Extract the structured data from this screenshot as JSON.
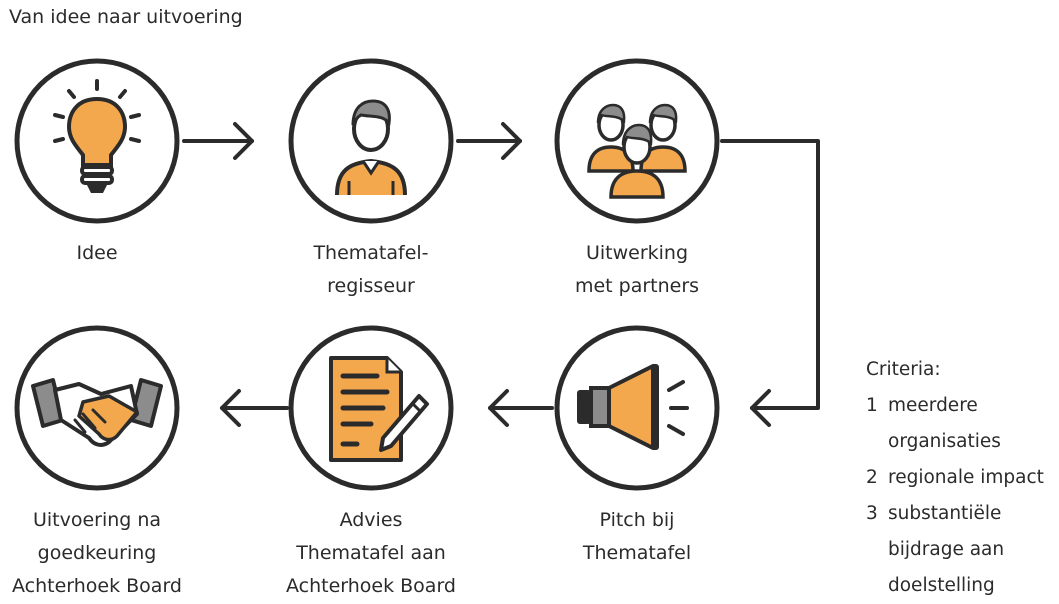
{
  "title": "Van idee naar uitvoering",
  "colors": {
    "accent": "#f4a84e",
    "stroke": "#2b2b2b",
    "grey": "#8c8c8c"
  },
  "steps": [
    {
      "icon": "lightbulb-icon",
      "lines": [
        "Idee"
      ]
    },
    {
      "icon": "person-icon",
      "lines": [
        "Thematafel-",
        "regisseur"
      ]
    },
    {
      "icon": "group-icon",
      "lines": [
        "Uitwerking",
        "met partners"
      ]
    },
    {
      "icon": "megaphone-icon",
      "lines": [
        "Pitch bij",
        "Thematafel"
      ]
    },
    {
      "icon": "document-pen-icon",
      "lines": [
        "Advies",
        "Thematafel aan",
        "Achterhoek Board"
      ]
    },
    {
      "icon": "handshake-icon",
      "lines": [
        "Uitvoering na",
        "goedkeuring",
        "Achterhoek Board"
      ]
    }
  ],
  "criteria": {
    "heading": "Criteria:",
    "items": [
      {
        "num": "1",
        "lines": [
          "meerdere",
          "organisaties"
        ]
      },
      {
        "num": "2",
        "lines": [
          "regionale impact"
        ]
      },
      {
        "num": "3",
        "lines": [
          "substantiële",
          "bijdrage aan",
          "doelstelling"
        ]
      }
    ]
  }
}
